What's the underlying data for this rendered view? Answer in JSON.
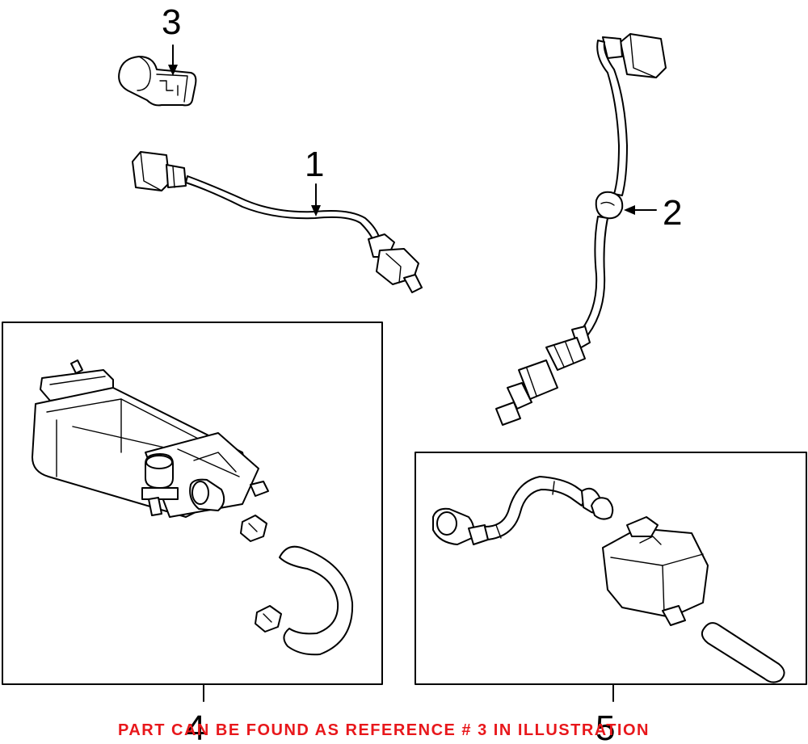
{
  "callouts": {
    "c1": "1",
    "c2": "2",
    "c3": "3",
    "c4": "4",
    "c5": "5"
  },
  "note": {
    "text": "PART CAN BE FOUND AS REFERENCE # 3 IN ILLUSTRATION",
    "color": "#e8171b"
  },
  "colors": {
    "line": "#000000",
    "background": "#ffffff"
  }
}
